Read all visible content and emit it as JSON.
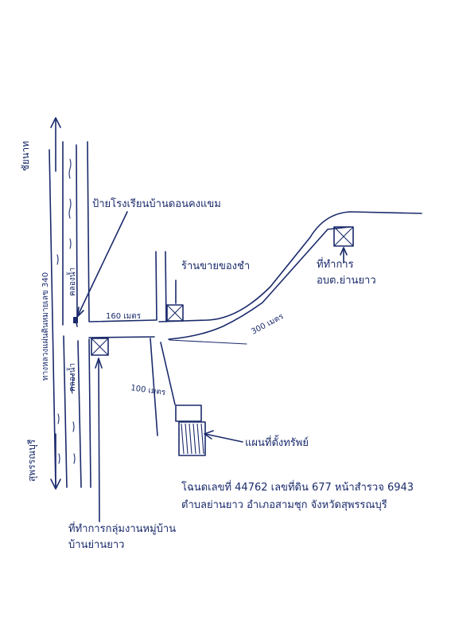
{
  "labels": {
    "north_direction": "ชัยนาท",
    "south_direction": "สุพรรณบุรี",
    "main_road": "ทางหลวงแผ่นดินหมายเลข 340",
    "lane_north": "คลองน้ำ",
    "lane_south": "คลองน้ำ",
    "school_sign": "ป้ายโรงเรียนบ้านดอนคงแขม",
    "shop": "ร้านขายของชำ",
    "tambon_office_line1": "ที่ทำการ",
    "tambon_office_line2": "อบต.ย่านยาว",
    "village_office_line1": "ที่ทำการกลุ่มงานหมู่บ้าน",
    "village_office_line2": "บ้านย่านยาว",
    "parcel": "แผนที่ตั้งทรัพย์",
    "dist_160": "160 เมตร",
    "dist_300": "300 เมตร",
    "dist_100": "100 เมตร"
  },
  "deed_note": {
    "line1": "โฉนดเลขที่ 44762 เลขที่ดิน 677 หน้าสำรวจ 6943",
    "line2": "ตำบลย่านยาว อำเภอสามชุก จังหวัดสุพรรณบุรี"
  },
  "colors": {
    "ink": "#1a2a6b",
    "paper": "#ffffff"
  },
  "icons": {
    "north_arrow": "arrow-up-icon",
    "south_arrow": "arrow-down-icon",
    "landmark_box": "boxed-x-icon",
    "parcel_hatch": "hatched-plot-icon"
  }
}
